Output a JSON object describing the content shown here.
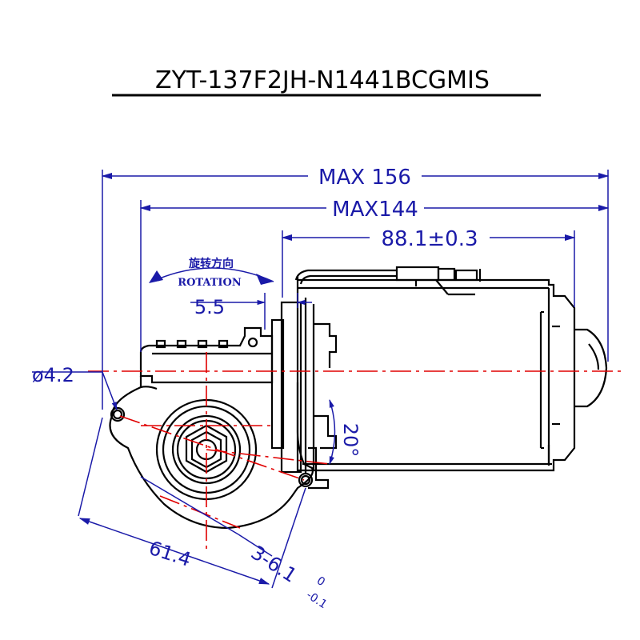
{
  "title": "ZYT-137F2JH-N1441BCGMIS",
  "dimensions": {
    "max_overall": "MAX 156",
    "max_body": "MAX144",
    "motor_length": "88.1±0.3",
    "offset": "5.5",
    "hole_dia": "ø4.2",
    "angle": "20°",
    "hole_span": "61.4",
    "hex_prefix": "3-6.1",
    "tol_upper": "0",
    "tol_lower": "-0.1"
  },
  "rotation": {
    "cn_label": "旋转方向",
    "en_label": "ROTATION"
  },
  "colors": {
    "dimension": "#1a1aa8",
    "centerline": "#e00000",
    "outline": "#000000"
  }
}
